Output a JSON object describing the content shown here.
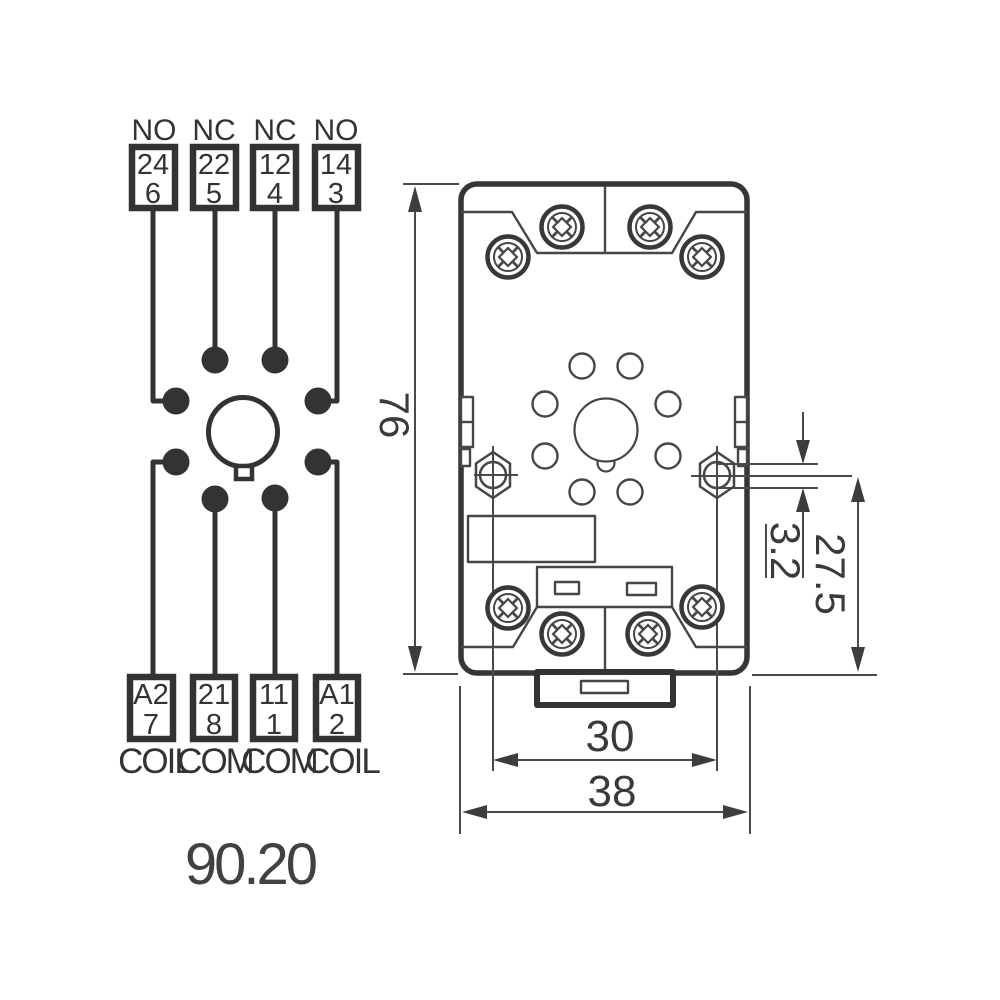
{
  "model": "90.20",
  "wiring": {
    "top_terminals": [
      {
        "type": "NO",
        "contact": "24",
        "pin": "6"
      },
      {
        "type": "NC",
        "contact": "22",
        "pin": "5"
      },
      {
        "type": "NC",
        "contact": "12",
        "pin": "4"
      },
      {
        "type": "NO",
        "contact": "14",
        "pin": "3"
      }
    ],
    "bottom_terminals": [
      {
        "function": "COIL",
        "contact": "A2",
        "pin": "7"
      },
      {
        "function": "COM",
        "contact": "21",
        "pin": "8"
      },
      {
        "function": "COM",
        "contact": "11",
        "pin": "1"
      },
      {
        "function": "COIL",
        "contact": "A1",
        "pin": "2"
      }
    ]
  },
  "dimensions": {
    "height": "76",
    "slot_width": "3.2",
    "mount_offset": "27.5",
    "hole_spacing": "30",
    "overall_width": "38"
  },
  "colors": {
    "line": "#333333",
    "thin_line": "#464646",
    "dimension": "#4a4a4a",
    "background": "#ffffff"
  }
}
